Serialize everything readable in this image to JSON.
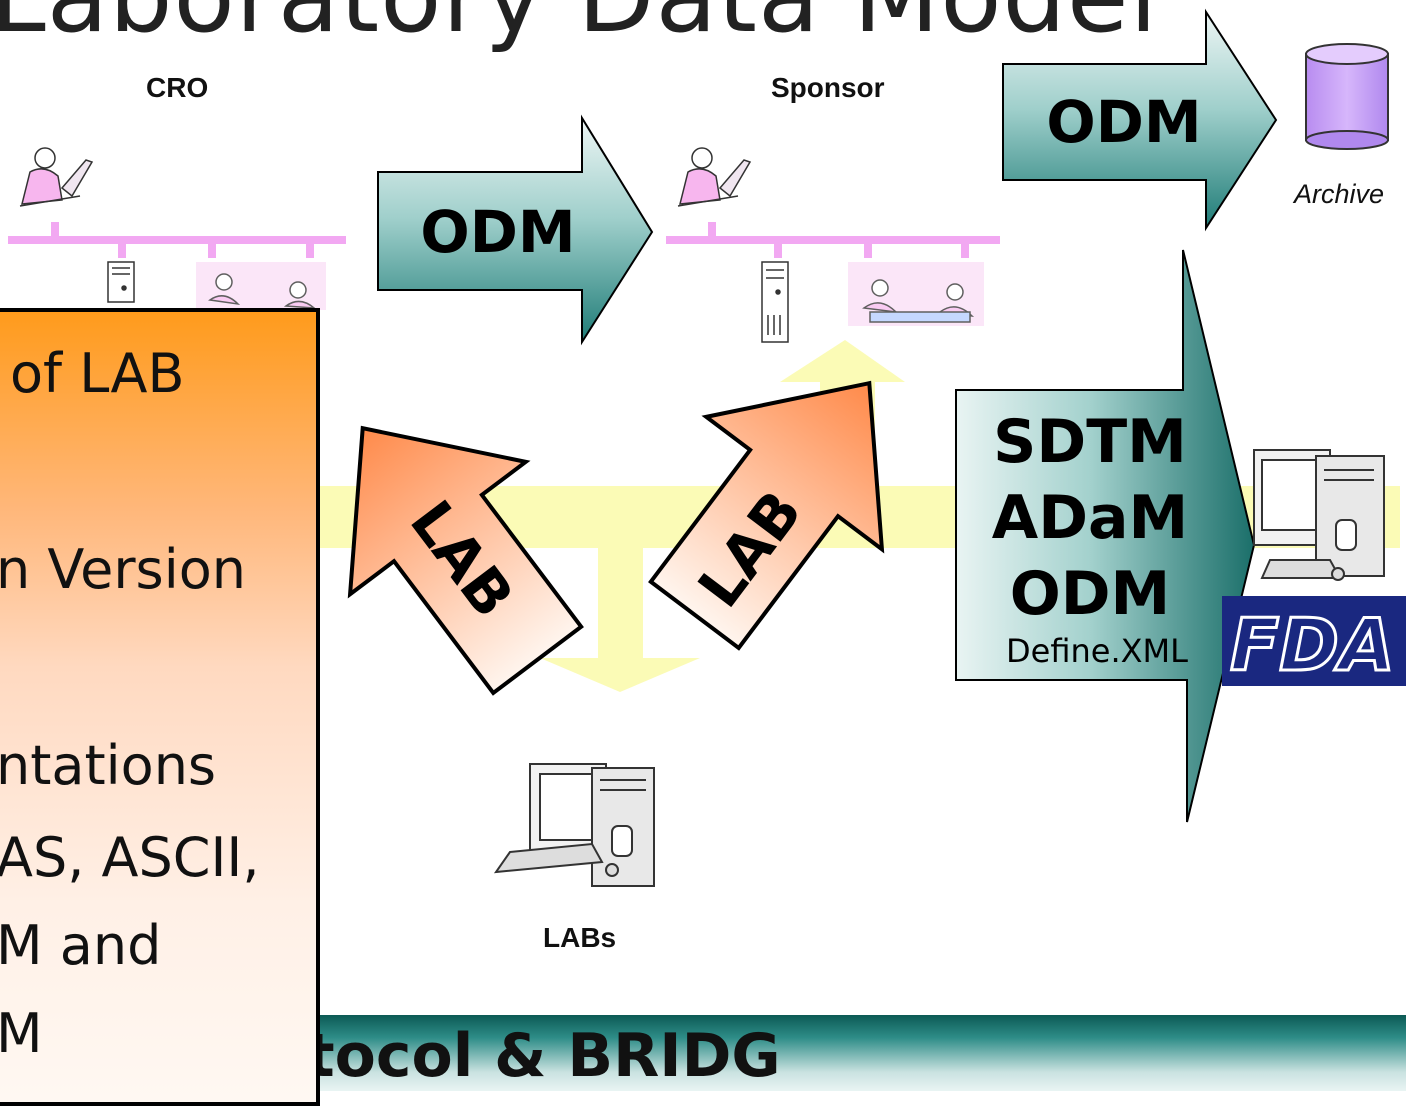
{
  "title": "Laboratory Data Model",
  "nodes": {
    "cro": "CRO",
    "sponsor": "Sponsor",
    "archive": "Archive",
    "labs": "LABs"
  },
  "arrows": {
    "odm_cro_sponsor": "ODM",
    "odm_sponsor_archive": "ODM",
    "lab_left": "LAB",
    "lab_right": "LAB",
    "submission": [
      "SDTM",
      "ADaM",
      "ODM"
    ],
    "submission_sub": "Define.XML"
  },
  "popup": {
    "lines": [
      "of LAB",
      "n Version",
      "ntations",
      "AS, ASCII,",
      "M and",
      "M"
    ]
  },
  "banner": "tocol & BRIDG",
  "fda": "FDA",
  "colors": {
    "odm_arrow": "#2e8d88",
    "lab_arrow": "#ff9f6e",
    "yellow_flow": "#fafab0",
    "network": "#f0a8f0",
    "database": "#c9a0f5",
    "fda_blue": "#1a2880"
  }
}
